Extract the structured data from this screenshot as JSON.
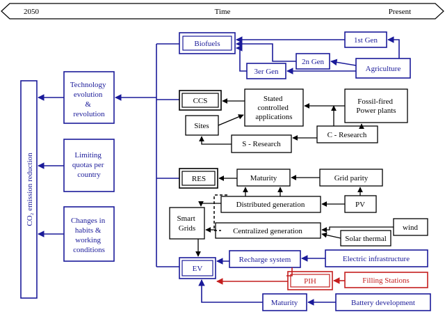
{
  "timeline": {
    "left": "2050",
    "center": "Time",
    "right": "Present"
  },
  "colors": {
    "blue": "#1a1a99",
    "red": "#c41e1e",
    "black": "#000000"
  },
  "main_label": "CO₂ emission reduction",
  "strategies": [
    {
      "id": "tech",
      "lines": [
        "Technology",
        "evolution",
        "&",
        "revolution"
      ]
    },
    {
      "id": "quotas",
      "lines": [
        "Limiting",
        "quotas per",
        "country"
      ]
    },
    {
      "id": "habits",
      "lines": [
        "Changes in",
        "habits &",
        "working",
        "conditions"
      ]
    }
  ],
  "nodes": {
    "biofuels": "Biofuels",
    "gen1": "1st Gen",
    "gen2": "2n Gen",
    "gen3": "3er Gen",
    "agriculture": "Agriculture",
    "ccs": "CCS",
    "stated": [
      "Stated",
      "controlled",
      "applications"
    ],
    "fossil": [
      "Fossil-fired",
      "Power plants"
    ],
    "sites": "Sites",
    "s_research": "S - Research",
    "c_research": "C - Research",
    "res": "RES",
    "maturity_res": "Maturity",
    "grid_parity": "Grid parity",
    "distributed": "Distributed generation",
    "pv": "PV",
    "smart_grids": [
      "Smart",
      "Grids"
    ],
    "centralized": "Centralized generation",
    "wind": "wind",
    "solar_thermal": "Solar thermal",
    "ev": "EV",
    "recharge": "Recharge system",
    "electric_infra": "Electric infrastructure",
    "pih": "PIH",
    "filling": "Filling Stations",
    "maturity_ev": "Maturity",
    "battery": "Battery development"
  }
}
